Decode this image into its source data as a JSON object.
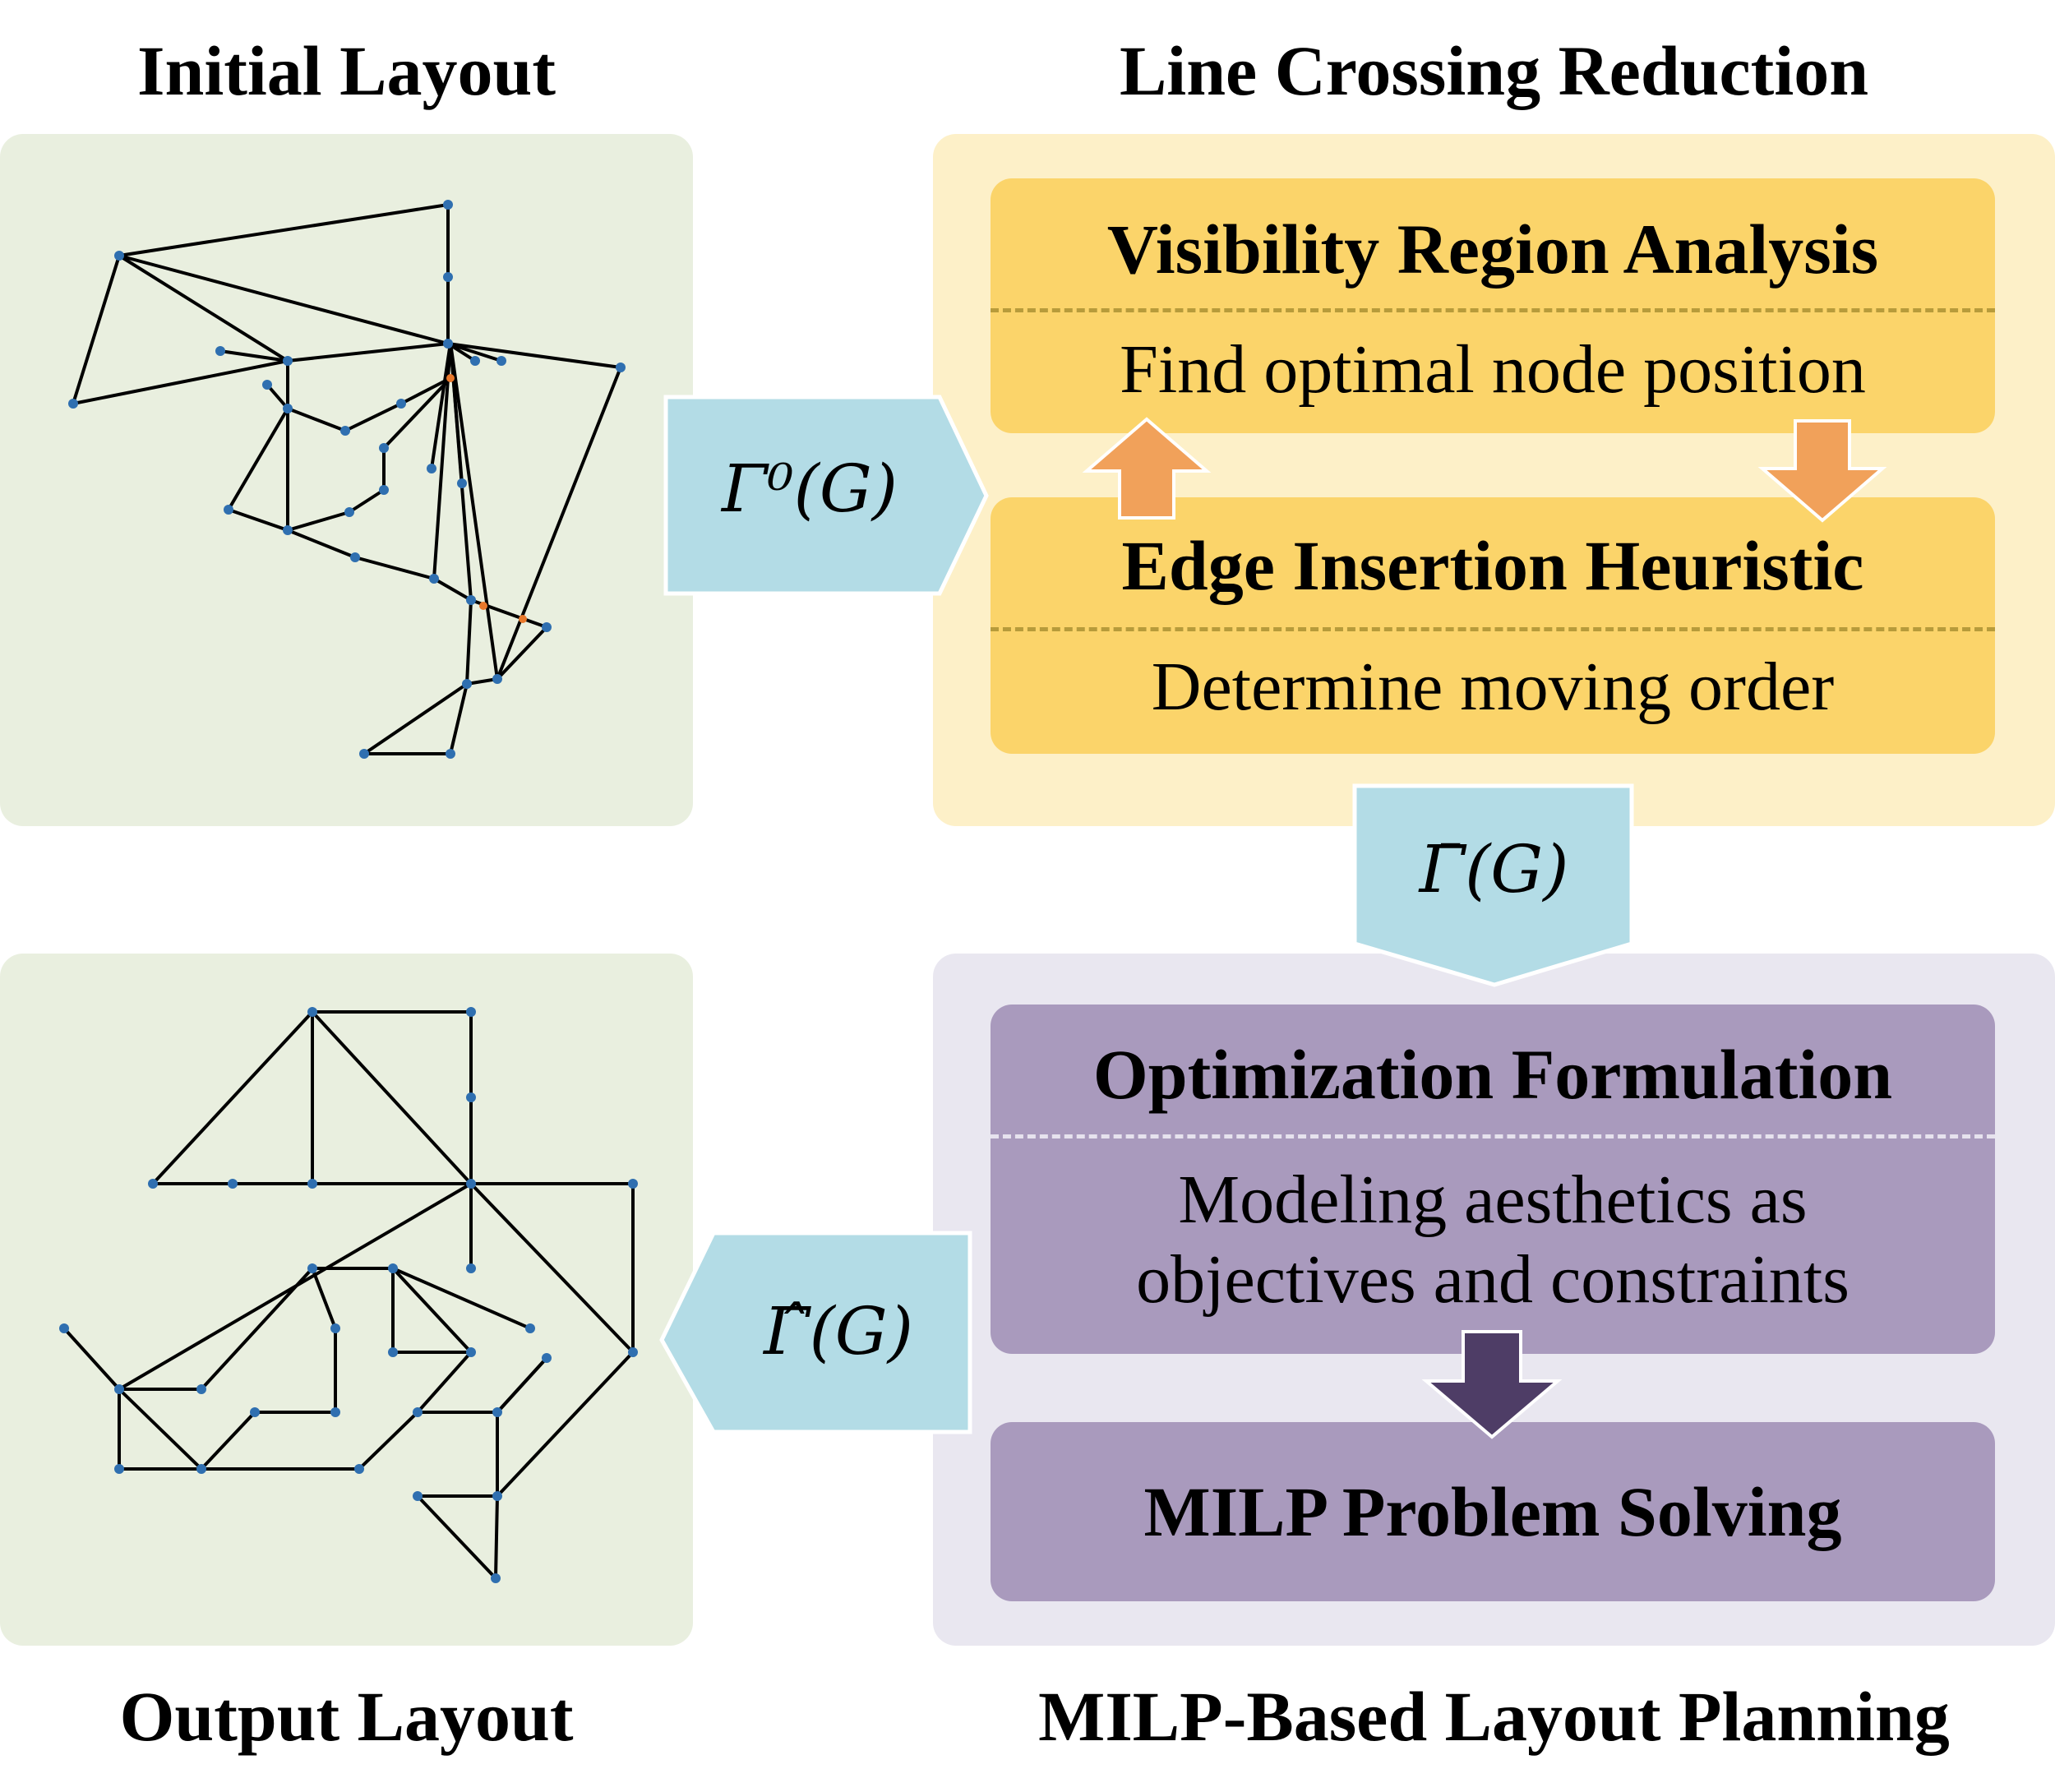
{
  "headings": {
    "initial": "Initial Layout",
    "line_crossing": "Line Crossing Reduction",
    "output": "Output Layout",
    "milp_planning": "MILP-Based Layout Planning"
  },
  "boxes": {
    "visibility": {
      "title": "Visibility Region Analysis",
      "sub": "Find optimal node position"
    },
    "edge_insertion": {
      "title": "Edge Insertion Heuristic",
      "sub": "Determine moving order"
    },
    "optimization": {
      "title": "Optimization Formulation",
      "sub_line1": "Modeling aesthetics as",
      "sub_line2": "objectives and constraints"
    },
    "milp_solving": {
      "title": "MILP Problem Solving"
    }
  },
  "arrows": {
    "gamma0": "Γ⁰(G)",
    "gamma_bar": "Γ̄(G)",
    "gamma_hat": "Γ̂(G)"
  },
  "colors": {
    "green_panel": "#e9efdf",
    "yellow_panel": "#fdf0c8",
    "yellow_box": "#fbd46a",
    "purple_panel": "#e9e7f0",
    "purple_box": "#a99abd",
    "blue_arrow": "#b3dce6",
    "orange_arrow": "#f1a15a",
    "dark_purple_arrow": "#4e3d66",
    "node_blue": "#2f6fb0",
    "node_orange": "#e9782b"
  }
}
